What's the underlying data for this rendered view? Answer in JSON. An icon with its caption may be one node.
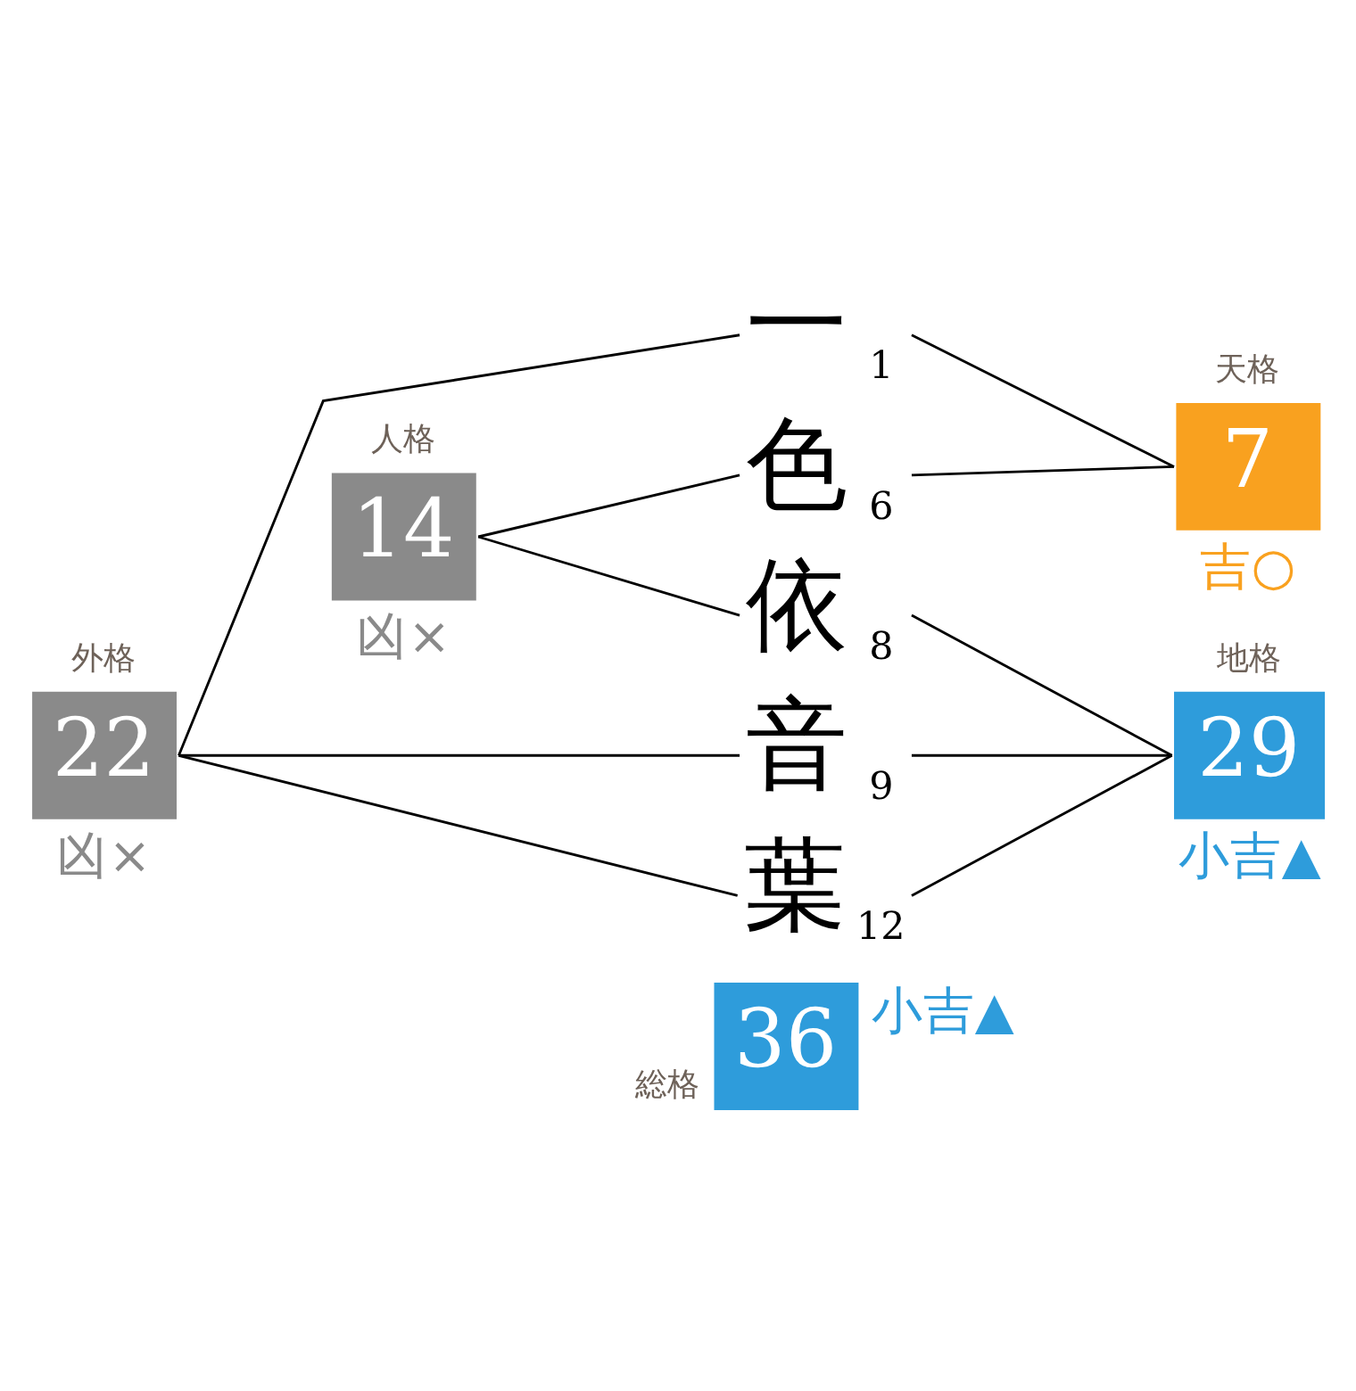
{
  "diagram": {
    "nodes": [
      {
        "text": [
          "外格",
          "22"
        ],
        "beside": [
          "凶×"
        ]
      },
      {
        "text": [
          "一"
        ],
        "beside": [
          "1"
        ]
      },
      {
        "text": [
          "天格",
          "7"
        ],
        "beside": [
          "吉○"
        ]
      },
      {
        "text": [
          "色"
        ],
        "beside": [
          "6"
        ]
      },
      {
        "text": [
          "人格",
          "14"
        ],
        "beside": [
          "凶×"
        ]
      },
      {
        "text": [
          "依"
        ],
        "beside": [
          "8"
        ]
      },
      {
        "text": [
          "地格",
          "29"
        ],
        "beside": [
          "小吉▲"
        ]
      },
      {
        "text": [
          "音"
        ],
        "beside": [
          "9"
        ]
      },
      {
        "text": [
          "葉"
        ],
        "beside": [
          "12"
        ]
      },
      {
        "text": [
          "総格",
          "36"
        ],
        "beside": [
          "小吉▲"
        ]
      }
    ],
    "edges": [
      {
        "from": 0,
        "to": 1,
        "arrow": "none"
      },
      {
        "from": 0,
        "to": 7,
        "arrow": "none"
      },
      {
        "from": 0,
        "to": 8,
        "arrow": "none"
      },
      {
        "from": 1,
        "to": 2,
        "arrow": "none"
      },
      {
        "from": 3,
        "to": 2,
        "arrow": "none"
      },
      {
        "from": 4,
        "to": 3,
        "arrow": "none"
      },
      {
        "from": 4,
        "to": 5,
        "arrow": "none"
      },
      {
        "from": 5,
        "to": 6,
        "arrow": "none"
      },
      {
        "from": 7,
        "to": 6,
        "arrow": "none"
      },
      {
        "from": 8,
        "to": 6,
        "arrow": "none"
      }
    ]
  }
}
